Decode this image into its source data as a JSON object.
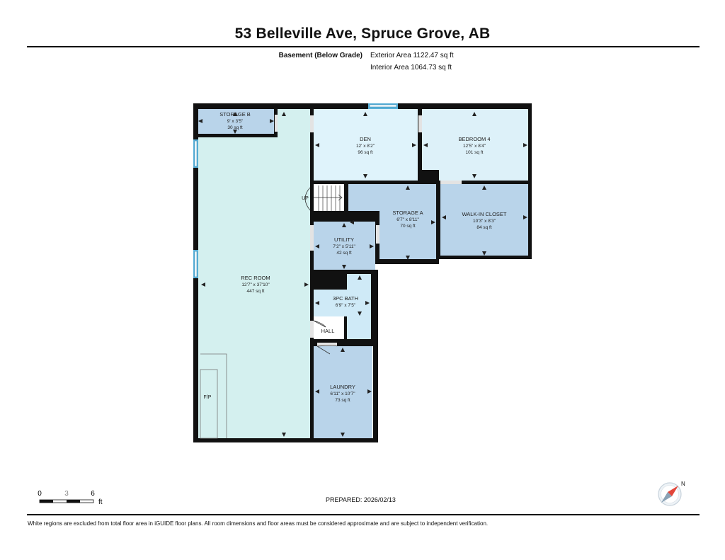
{
  "header": {
    "title": "53 Belleville Ave, Spruce Grove, AB",
    "level_label": "Basement (Below Grade)",
    "exterior_area": "Exterior Area 1122.47 sq ft",
    "interior_area": "Interior Area 1064.73 sq ft"
  },
  "rooms": {
    "storage_b": {
      "name": "STORAGE B",
      "dims": "9' x 3'5\"",
      "area": "30 sq ft"
    },
    "den": {
      "name": "DEN",
      "dims": "12' x 8'2\"",
      "area": "96 sq ft"
    },
    "bedroom4": {
      "name": "BEDROOM 4",
      "dims": "12'5\" x 8'4\"",
      "area": "101 sq ft"
    },
    "storage_a": {
      "name": "STORAGE A",
      "dims": "6'7\" x 8'11\"",
      "area": "70 sq ft"
    },
    "walkin_closet": {
      "name": "WALK-IN CLOSET",
      "dims": "10'3\" x 8'3\"",
      "area": "84 sq ft"
    },
    "utility": {
      "name": "UTILITY",
      "dims": "7'2\" x 5'11\"",
      "area": "42 sq ft"
    },
    "rec_room": {
      "name": "REC ROOM",
      "dims": "12'7\" x 37'10\"",
      "area": "447 sq ft"
    },
    "bath": {
      "name": "3PC BATH",
      "dims": "6'9\" x 7'5\""
    },
    "hall": {
      "name": "HALL"
    },
    "laundry": {
      "name": "LAUNDRY",
      "dims": "6'11\" x 10'7\"",
      "area": "73 sq ft"
    },
    "fp": {
      "name": "F/P"
    },
    "stairs": {
      "label": "UP"
    }
  },
  "scale": {
    "t0": "0",
    "t1": "3",
    "t2": "6",
    "unit": "ft"
  },
  "compass": {
    "north": "N"
  },
  "prepared": "PREPARED: 2026/02/13",
  "footer": "White regions are excluded from total floor area in iGUIDE floor plans. All room dimensions and floor areas must be considered approximate and are subject to independent verification.",
  "colors": {
    "wall": "#111111",
    "rec_room_fill": "#d4f0ef",
    "light_blue_fill": "#dff3fb",
    "bedroom_fill": "#ddf1f9",
    "storage_fill": "#b9d4ea",
    "bath_fill": "#cfeaf7",
    "window": "#5bb1d8"
  }
}
